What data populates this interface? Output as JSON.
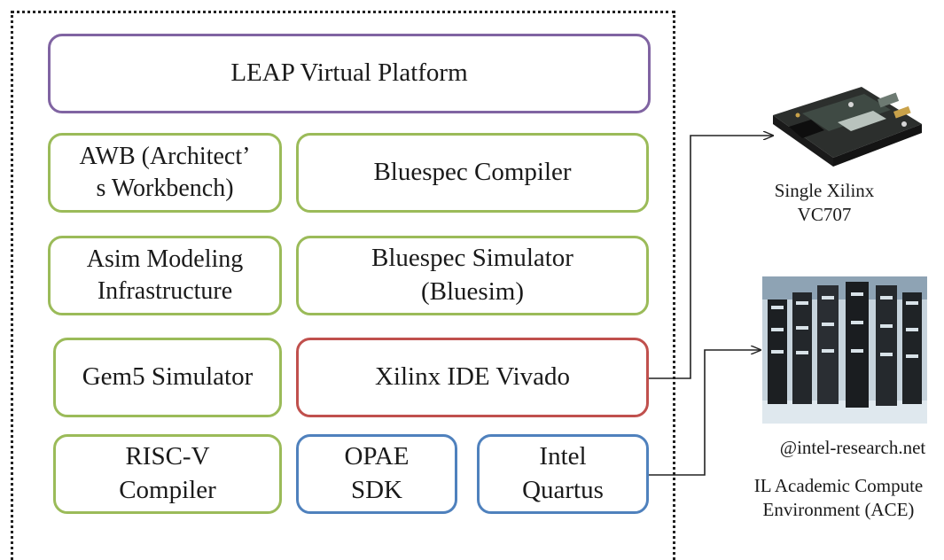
{
  "platform": {
    "title": "LEAP Virtual Platform",
    "tools": [
      {
        "label": "AWB (Architect’\ns Workbench)"
      },
      {
        "label": "Bluespec Compiler"
      },
      {
        "label": "Asim Modeling\nInfrastructure"
      },
      {
        "label": "Bluespec Simulator\n(Bluesim)"
      },
      {
        "label": "Gem5 Simulator"
      },
      {
        "label": "Xilinx IDE Vivado"
      },
      {
        "label": "RISC-V\nCompiler"
      },
      {
        "label": "OPAE\nSDK"
      },
      {
        "label": "Intel\nQuartus"
      }
    ]
  },
  "targets": {
    "fpga_label": "Single Xilinx\nVC707",
    "credit": "@intel-research.net",
    "cluster_label": "IL Academic Compute\nEnvironment (ACE)"
  },
  "colors": {
    "purple": "#8064a2",
    "green": "#9bbb59",
    "red": "#c0504d",
    "blue": "#4f81bd"
  }
}
